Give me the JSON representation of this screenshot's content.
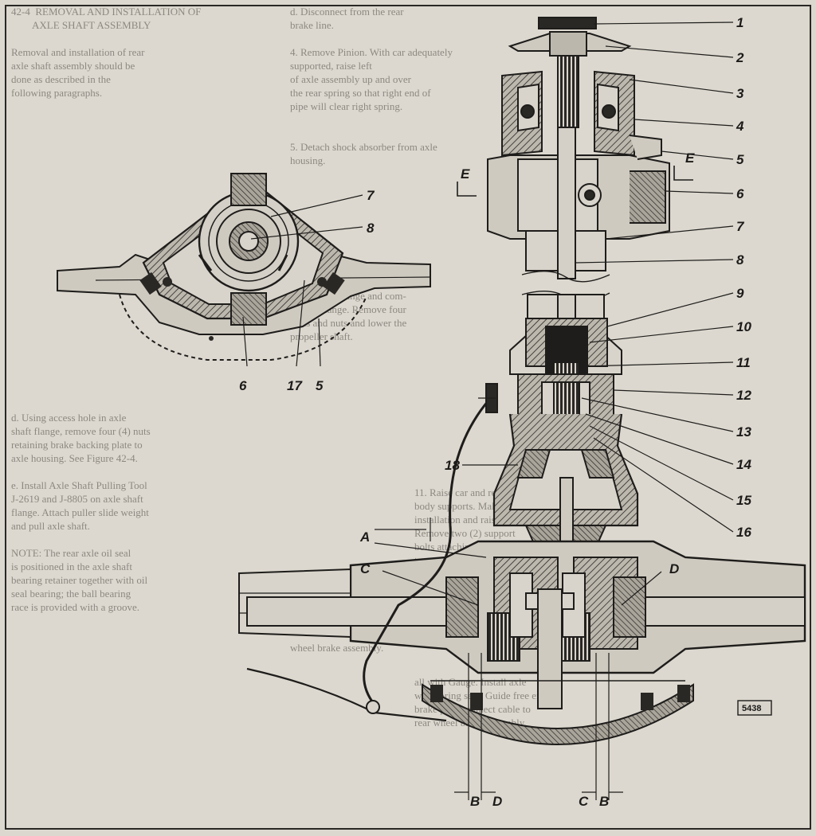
{
  "figure": {
    "plate_number": "5438"
  },
  "labels_right": [
    {
      "id": "1",
      "text": "1"
    },
    {
      "id": "2",
      "text": "2"
    },
    {
      "id": "3",
      "text": "3"
    },
    {
      "id": "4",
      "text": "4"
    },
    {
      "id": "5",
      "text": "5"
    },
    {
      "id": "6",
      "text": "6"
    },
    {
      "id": "7",
      "text": "7"
    },
    {
      "id": "8",
      "text": "8"
    },
    {
      "id": "9",
      "text": "9"
    },
    {
      "id": "10",
      "text": "10"
    },
    {
      "id": "11",
      "text": "11"
    },
    {
      "id": "12",
      "text": "12"
    },
    {
      "id": "13",
      "text": "13"
    },
    {
      "id": "14",
      "text": "14"
    },
    {
      "id": "15",
      "text": "15"
    },
    {
      "id": "16",
      "text": "16"
    }
  ],
  "labels_left": [
    {
      "id": "7",
      "text": "7"
    },
    {
      "id": "8",
      "text": "8"
    },
    {
      "id": "6",
      "text": "6"
    },
    {
      "id": "17",
      "text": "17"
    },
    {
      "id": "5",
      "text": "5"
    }
  ],
  "labels_letters": {
    "E_left": "E",
    "E_right": "E",
    "A": "A",
    "C_upper": "C",
    "D_upper": "D",
    "num_18": "18",
    "B_lower_left": "B",
    "D_lower": "D",
    "C_lower": "C",
    "B_lower_right": "B"
  },
  "background_text": {
    "left_column": "42-4  REMOVAL AND INSTALLATION OF\n        AXLE SHAFT ASSEMBLY\n\nRemoval and installation of rear\naxle shaft assembly should be\ndone as described in the\nfollowing paragraphs.\n\n\n\n\n\n\n\n\n\n\n\n\n\n\n\n\n\n\n\n\n\n\n\nd. Using access hole in axle\nshaft flange, remove four (4) nuts\nretaining brake backing plate to\naxle housing. See Figure 42-4.\n\ne. Install Axle Shaft Pulling Tool\nJ-2619 and J-8805 on axle shaft\nflange. Attach puller slide weight\nand pull axle shaft.\n\nNOTE: The rear axle oil seal\nis positioned in the axle shaft\nbearing retainer together with oil\nseal bearing; the ball bearing\nrace is provided with a groove.",
    "mid_column": "d. Disconnect from the rear\nbrake line.\n\n4. Remove Pinion. With car adequately\nsupported, raise left\nof axle assembly up and over\nthe rear spring so that right end of\npipe will clear right spring.\n\n\n5. Detach shock absorber from axle\nhousing.\n\n\n\n\n\n\nport bracket.\n\n7. Make index marks on pro-\npeller shaft flange and com-\npanion flange. Remove four\nbolts and nuts and lower the\npropeller shaft.\n\n\n\n\n\n\n\n\n\n\n\n\n\n\n\n\n\n\n\n\n\n\nwheel brake assembly.",
    "center_column": "11. Raise car and remove under-\nbody supports. Make jack\ninstallation and raise rear assembly.\nRemove two (2) support\nbolts attaching\ntorque tube to floor.\n\n\n\n\n\n\n\n\nall with Gauge. Install axle\nwith spring seat. Guide free end of\nbrake pipe; connect cable to\nrear wheel brake assembly."
  }
}
